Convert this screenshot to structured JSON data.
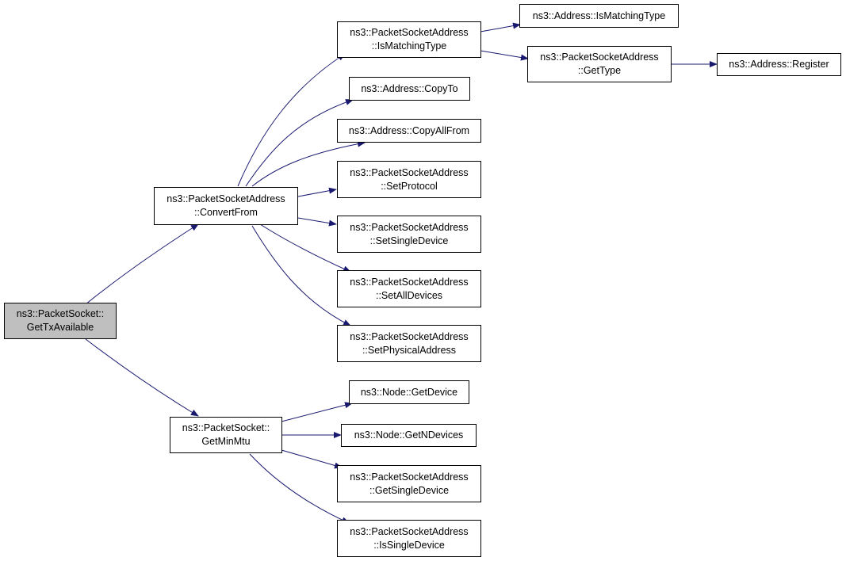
{
  "graph": {
    "edge_color": "#191970",
    "root_fill": "#bfbfbf",
    "node_fill": "#ffffff",
    "nodes": {
      "get_tx_available": [
        "ns3::PacketSocket::",
        "GetTxAvailable"
      ],
      "convert_from": [
        "ns3::PacketSocketAddress",
        "::ConvertFrom"
      ],
      "get_min_mtu": [
        "ns3::PacketSocket::",
        "GetMinMtu"
      ],
      "psa_is_matching_type": [
        "ns3::PacketSocketAddress",
        "::IsMatchingType"
      ],
      "address_copy_to": [
        "ns3::Address::CopyTo"
      ],
      "address_copy_all_from": [
        "ns3::Address::CopyAllFrom"
      ],
      "set_protocol": [
        "ns3::PacketSocketAddress",
        "::SetProtocol"
      ],
      "set_single_device": [
        "ns3::PacketSocketAddress",
        "::SetSingleDevice"
      ],
      "set_all_devices": [
        "ns3::PacketSocketAddress",
        "::SetAllDevices"
      ],
      "set_physical_address": [
        "ns3::PacketSocketAddress",
        "::SetPhysicalAddress"
      ],
      "address_is_matching_type": [
        "ns3::Address::IsMatchingType"
      ],
      "psa_get_type": [
        "ns3::PacketSocketAddress",
        "::GetType"
      ],
      "address_register": [
        "ns3::Address::Register"
      ],
      "node_get_device": [
        "ns3::Node::GetDevice"
      ],
      "node_get_n_devices": [
        "ns3::Node::GetNDevices"
      ],
      "get_single_device": [
        "ns3::PacketSocketAddress",
        "::GetSingleDevice"
      ],
      "is_single_device": [
        "ns3::PacketSocketAddress",
        "::IsSingleDevice"
      ]
    }
  }
}
